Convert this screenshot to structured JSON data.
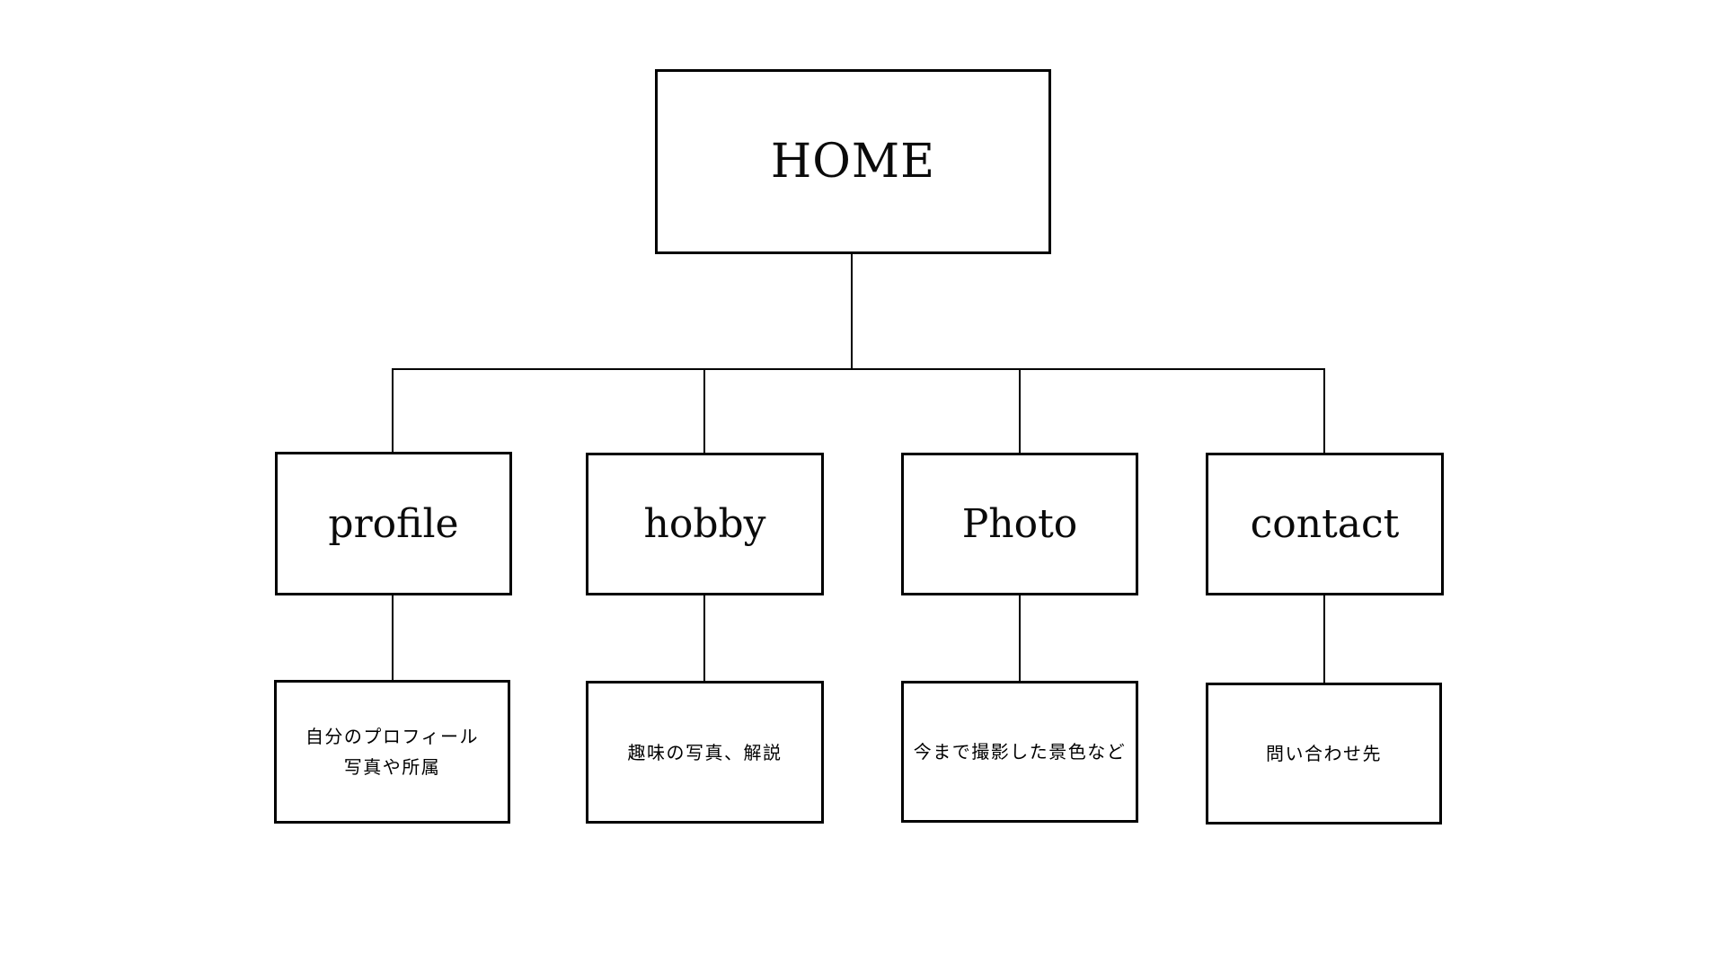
{
  "diagram": {
    "type": "sitemap-tree",
    "colors": {
      "background": "#ffffff",
      "line": "#000000",
      "text": "#0a0a0a"
    },
    "root": {
      "label": "HOME"
    },
    "nodes": [
      {
        "label": "profile",
        "desc_lines": [
          "自分のプロフィール",
          "写真や所属"
        ]
      },
      {
        "label": "hobby",
        "desc_lines": [
          "趣味の写真、解説"
        ]
      },
      {
        "label": "Photo",
        "desc_lines": [
          "今まで撮影した景色など"
        ]
      },
      {
        "label": "contact",
        "desc_lines": [
          "問い合わせ先"
        ]
      }
    ]
  }
}
